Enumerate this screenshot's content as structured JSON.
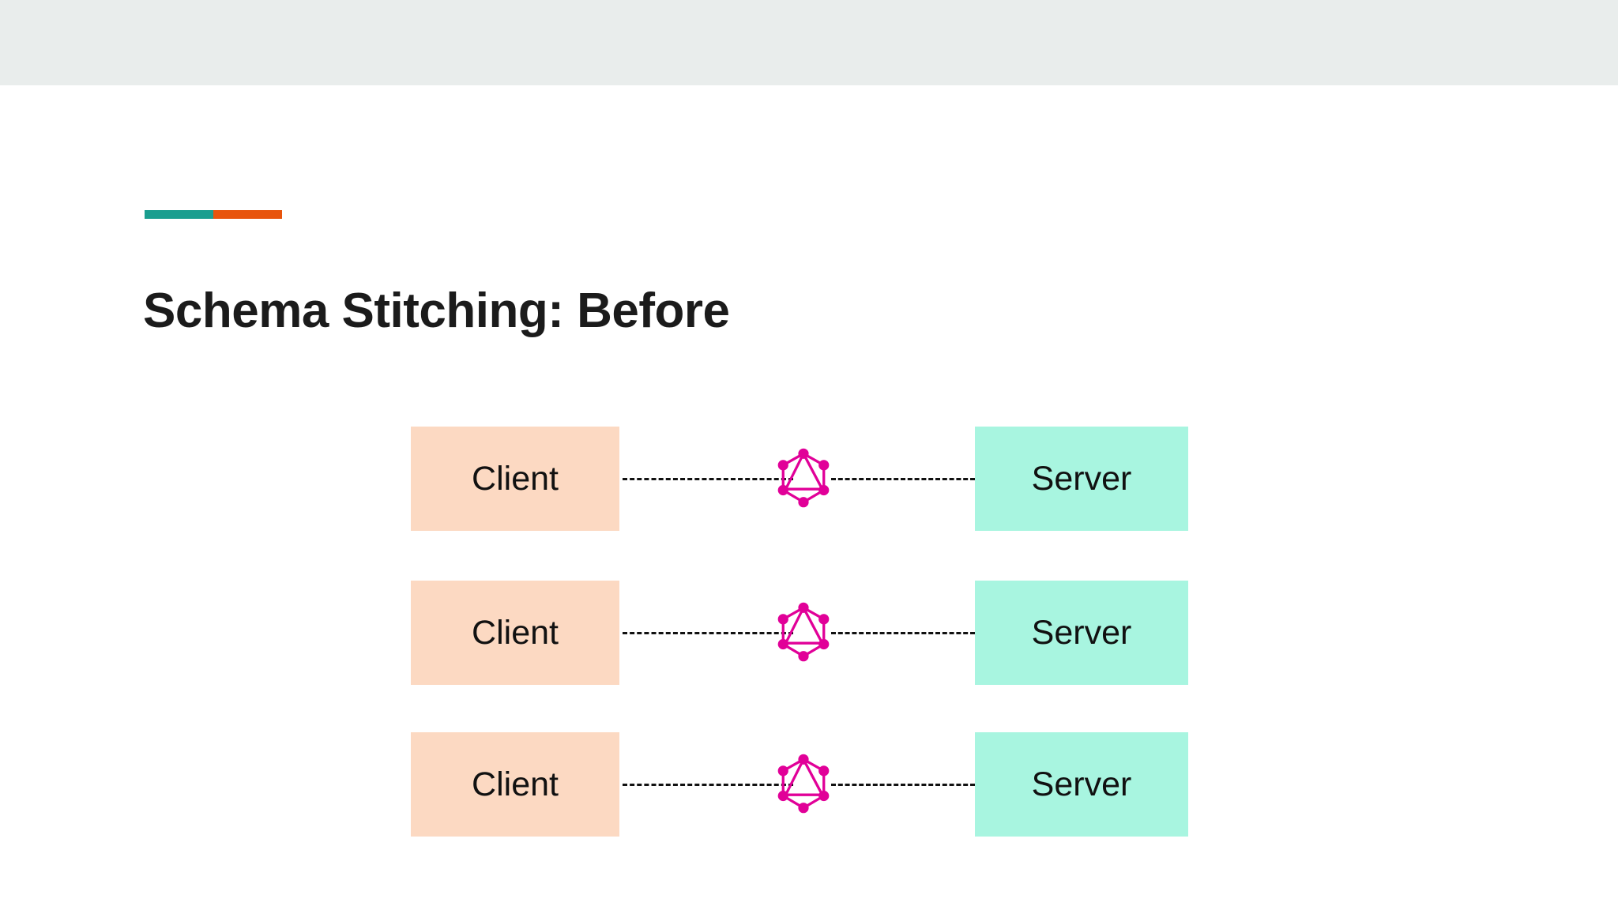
{
  "slide": {
    "title": "Schema Stitching: Before",
    "background_color": "#ffffff",
    "top_band_color": "#e9edec"
  },
  "accent_rule": {
    "left_color": "#1a9e8f",
    "right_color": "#e8540c"
  },
  "diagram": {
    "connector_style": "dashed",
    "connector_color": "#111111",
    "client_color": "#fcd9c2",
    "server_color": "#a8f5e0",
    "graphql_color": "#e10098",
    "rows": [
      {
        "client_label": "Client",
        "server_label": "Server",
        "link_icon": "graphql-logo"
      },
      {
        "client_label": "Client",
        "server_label": "Server",
        "link_icon": "graphql-logo"
      },
      {
        "client_label": "Client",
        "server_label": "Server",
        "link_icon": "graphql-logo"
      }
    ]
  }
}
